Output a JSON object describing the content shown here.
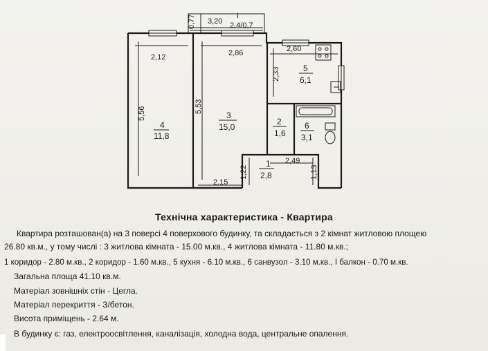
{
  "plan": {
    "rooms": [
      {
        "id": "1",
        "number": "1",
        "area": "2,8"
      },
      {
        "id": "2",
        "number": "2",
        "area": "1,6"
      },
      {
        "id": "3",
        "number": "3",
        "area": "15,0"
      },
      {
        "id": "4",
        "number": "4",
        "area": "11,8"
      },
      {
        "id": "5",
        "number": "5",
        "area": "6,1"
      },
      {
        "id": "6",
        "number": "6",
        "area": "3,1"
      }
    ],
    "balcony": {
      "number": "I",
      "area": "2,4/0,7"
    },
    "dimensions": {
      "balcony_depth": "0,77",
      "balcony_width": "3,20",
      "room4_width": "2,12",
      "room3_width": "2,86",
      "room5_width": "2,60",
      "room4_length": "5,56",
      "room3_length": "5,53",
      "room5_length": "2,33",
      "room1_width": "1,22",
      "room1_length": "2,49",
      "room1_depth_right": "1,13",
      "bottom_wall": "2,15"
    }
  },
  "spec": {
    "title": "Технічна характеристика - Квартира",
    "line1": "Квартира розташован(а) на 3 поверсі 4 поверхового будинку, та складається з 2 кімнат житловою площею",
    "line2": "26.80 кв.м., у тому числі : 3 житлова кімната - 15.00 м.кв., 4 житлова кімната - 11.80 м.кв.;",
    "line3": "1 коридор - 2.80 м.кв., 2 коридор - 1.60 м.кв., 5 кухня - 6.10 м.кв., 6 санвузол - 3.10 м.кв., I балкон - 0.70 м.кв.",
    "line4": "Загальна площа 41.10 кв.м.",
    "line5": "Матеріал зовнішніх стін - Цегла.",
    "line6": "Матеріал перекриття - З/бетон.",
    "line7": "Висота приміщень - 2.64 м.",
    "line8": "В будинку є: газ, електроосвітлення, каналізація, холодна вода, центральне опалення."
  }
}
